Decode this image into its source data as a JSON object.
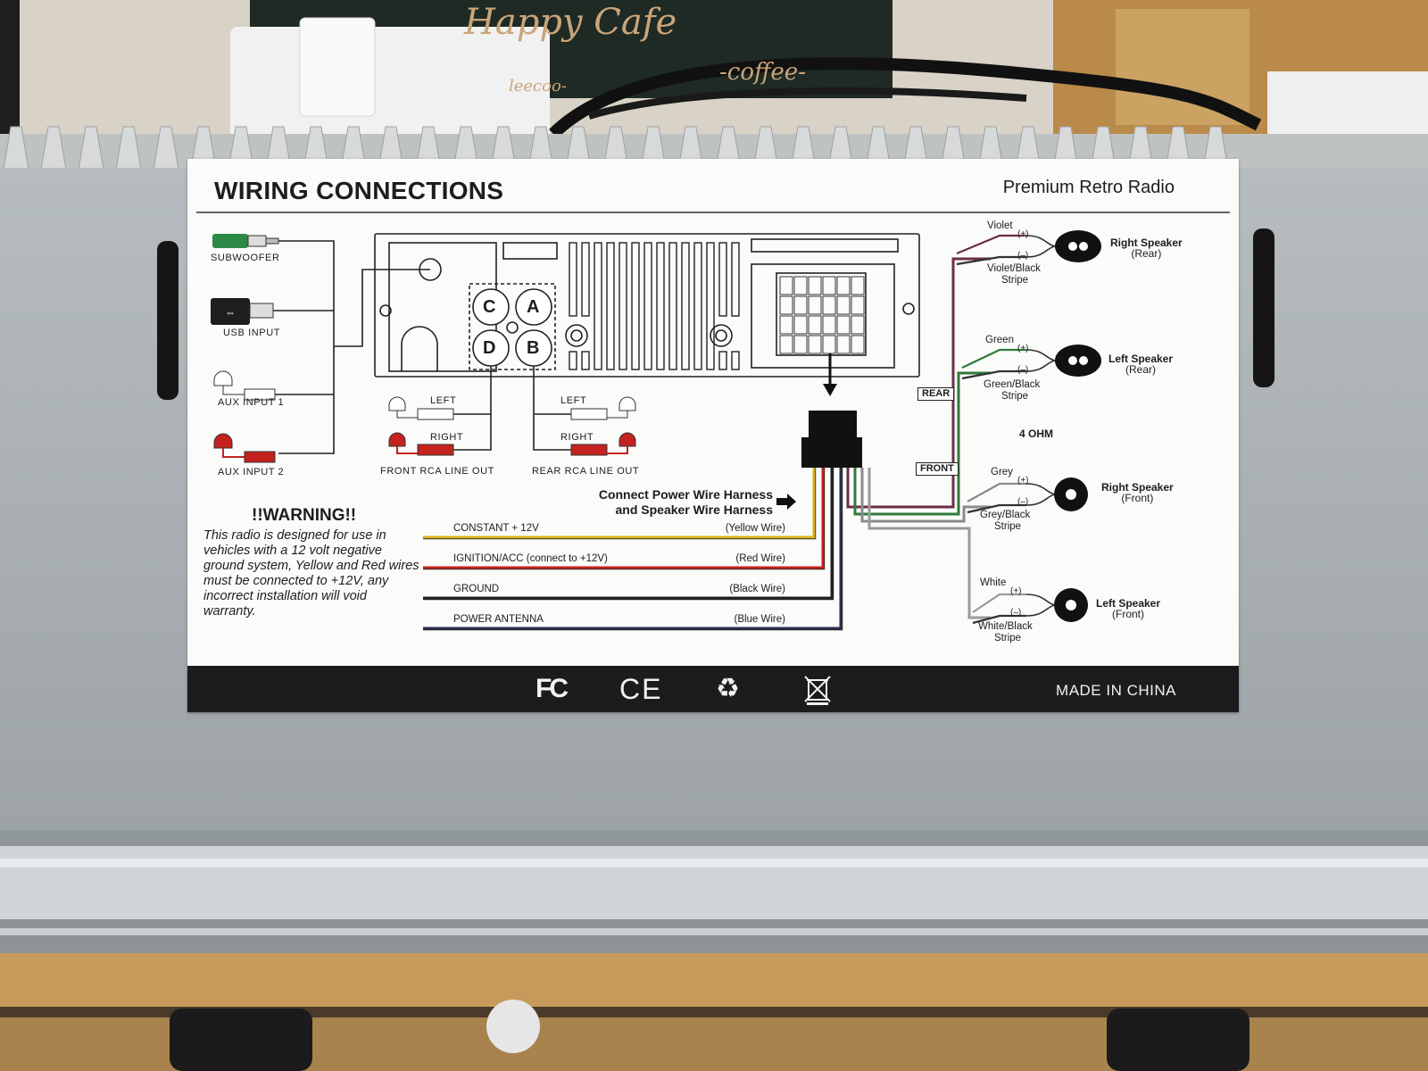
{
  "backdrop": {
    "cafe_logo": "Happy Cafe",
    "cafe_coffee": "-coffee-",
    "cafe_small": "leecoo-"
  },
  "sticker": {
    "title": "WIRING CONNECTIONS",
    "brand": "Premium Retro Radio",
    "inputs": {
      "subwoofer": "SUBWOOFER",
      "usb": "USB INPUT",
      "aux1": "AUX INPUT 1",
      "aux2": "AUX INPUT 2"
    },
    "ports": [
      "C",
      "A",
      "D",
      "B"
    ],
    "front_rca": {
      "left": "LEFT",
      "right": "RIGHT",
      "label": "FRONT RCA LINE OUT"
    },
    "rear_rca": {
      "left": "LEFT",
      "right": "RIGHT",
      "label": "REAR RCA LINE OUT"
    },
    "harness_note": [
      "Connect Power Wire Harness",
      "and Speaker Wire Harness"
    ],
    "warning": {
      "title": "!!WARNING!!",
      "body": "This radio is designed for use in vehicles with a 12 volt negative ground system, Yellow and Red wires must be connected to +12V, any incorrect installation will void warranty."
    },
    "power_wires": [
      {
        "name": "CONSTANT + 12V",
        "color_label": "(Yellow Wire)",
        "color": "#d8b11c"
      },
      {
        "name": "IGNITION/ACC (connect to +12V)",
        "color_label": "(Red Wire)",
        "color": "#c4221f"
      },
      {
        "name": "GROUND",
        "color_label": "(Black Wire)",
        "color": "#222222"
      },
      {
        "name": "POWER ANTENNA",
        "color_label": "(Blue Wire)",
        "color": "#2b2f4a"
      }
    ],
    "group_labels": {
      "rear": "REAR",
      "front": "FRONT",
      "ohm": "4 OHM"
    },
    "speakers": [
      {
        "plus_wire": "Violet",
        "minus_wire": "Violet/Black",
        "minus_wire_2": "Stripe",
        "name": "Right Speaker",
        "position": "(Rear)",
        "color": "#6b2e4a"
      },
      {
        "plus_wire": "Green",
        "minus_wire": "Green/Black",
        "minus_wire_2": "Stripe",
        "name": "Left Speaker",
        "position": "(Rear)",
        "color": "#2f7a3a"
      },
      {
        "plus_wire": "Grey",
        "minus_wire": "Grey/Black",
        "minus_wire_2": "Stripe",
        "name": "Right Speaker",
        "position": "(Front)",
        "color": "#8a8a8a"
      },
      {
        "plus_wire": "White",
        "minus_wire": "White/Black",
        "minus_wire_2": "Stripe",
        "name": "Left Speaker",
        "position": "(Front)",
        "color": "#9a9a9a"
      }
    ],
    "polarity": {
      "plus": "(+)",
      "minus": "(–)"
    },
    "footer": {
      "fc": "FC",
      "ce": "CE",
      "made_in": "MADE IN CHINA"
    }
  }
}
